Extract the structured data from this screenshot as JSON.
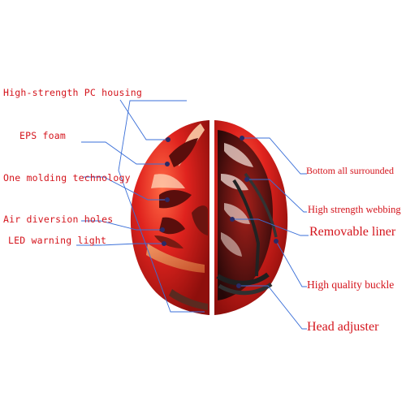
{
  "colors": {
    "label_text": "#d4141c",
    "leader_line": "#3a6fd8",
    "dot": "#2a2a66",
    "shell_red": "#e0231e",
    "shell_highlight": "#ff5a3a",
    "inner_dark": "#3a0c0c"
  },
  "labels_left": [
    {
      "text": "High-strength PC housing"
    },
    {
      "text": "EPS foam"
    },
    {
      "text": "One molding technology"
    },
    {
      "text": "Air diversion holes"
    },
    {
      "text": "LED warning light"
    }
  ],
  "labels_right": [
    {
      "text": "Bottom all surrounded"
    },
    {
      "text": "High strength webbing"
    },
    {
      "text": "Removable liner"
    },
    {
      "text": "High quality buckle"
    },
    {
      "text": "Head adjuster"
    }
  ]
}
